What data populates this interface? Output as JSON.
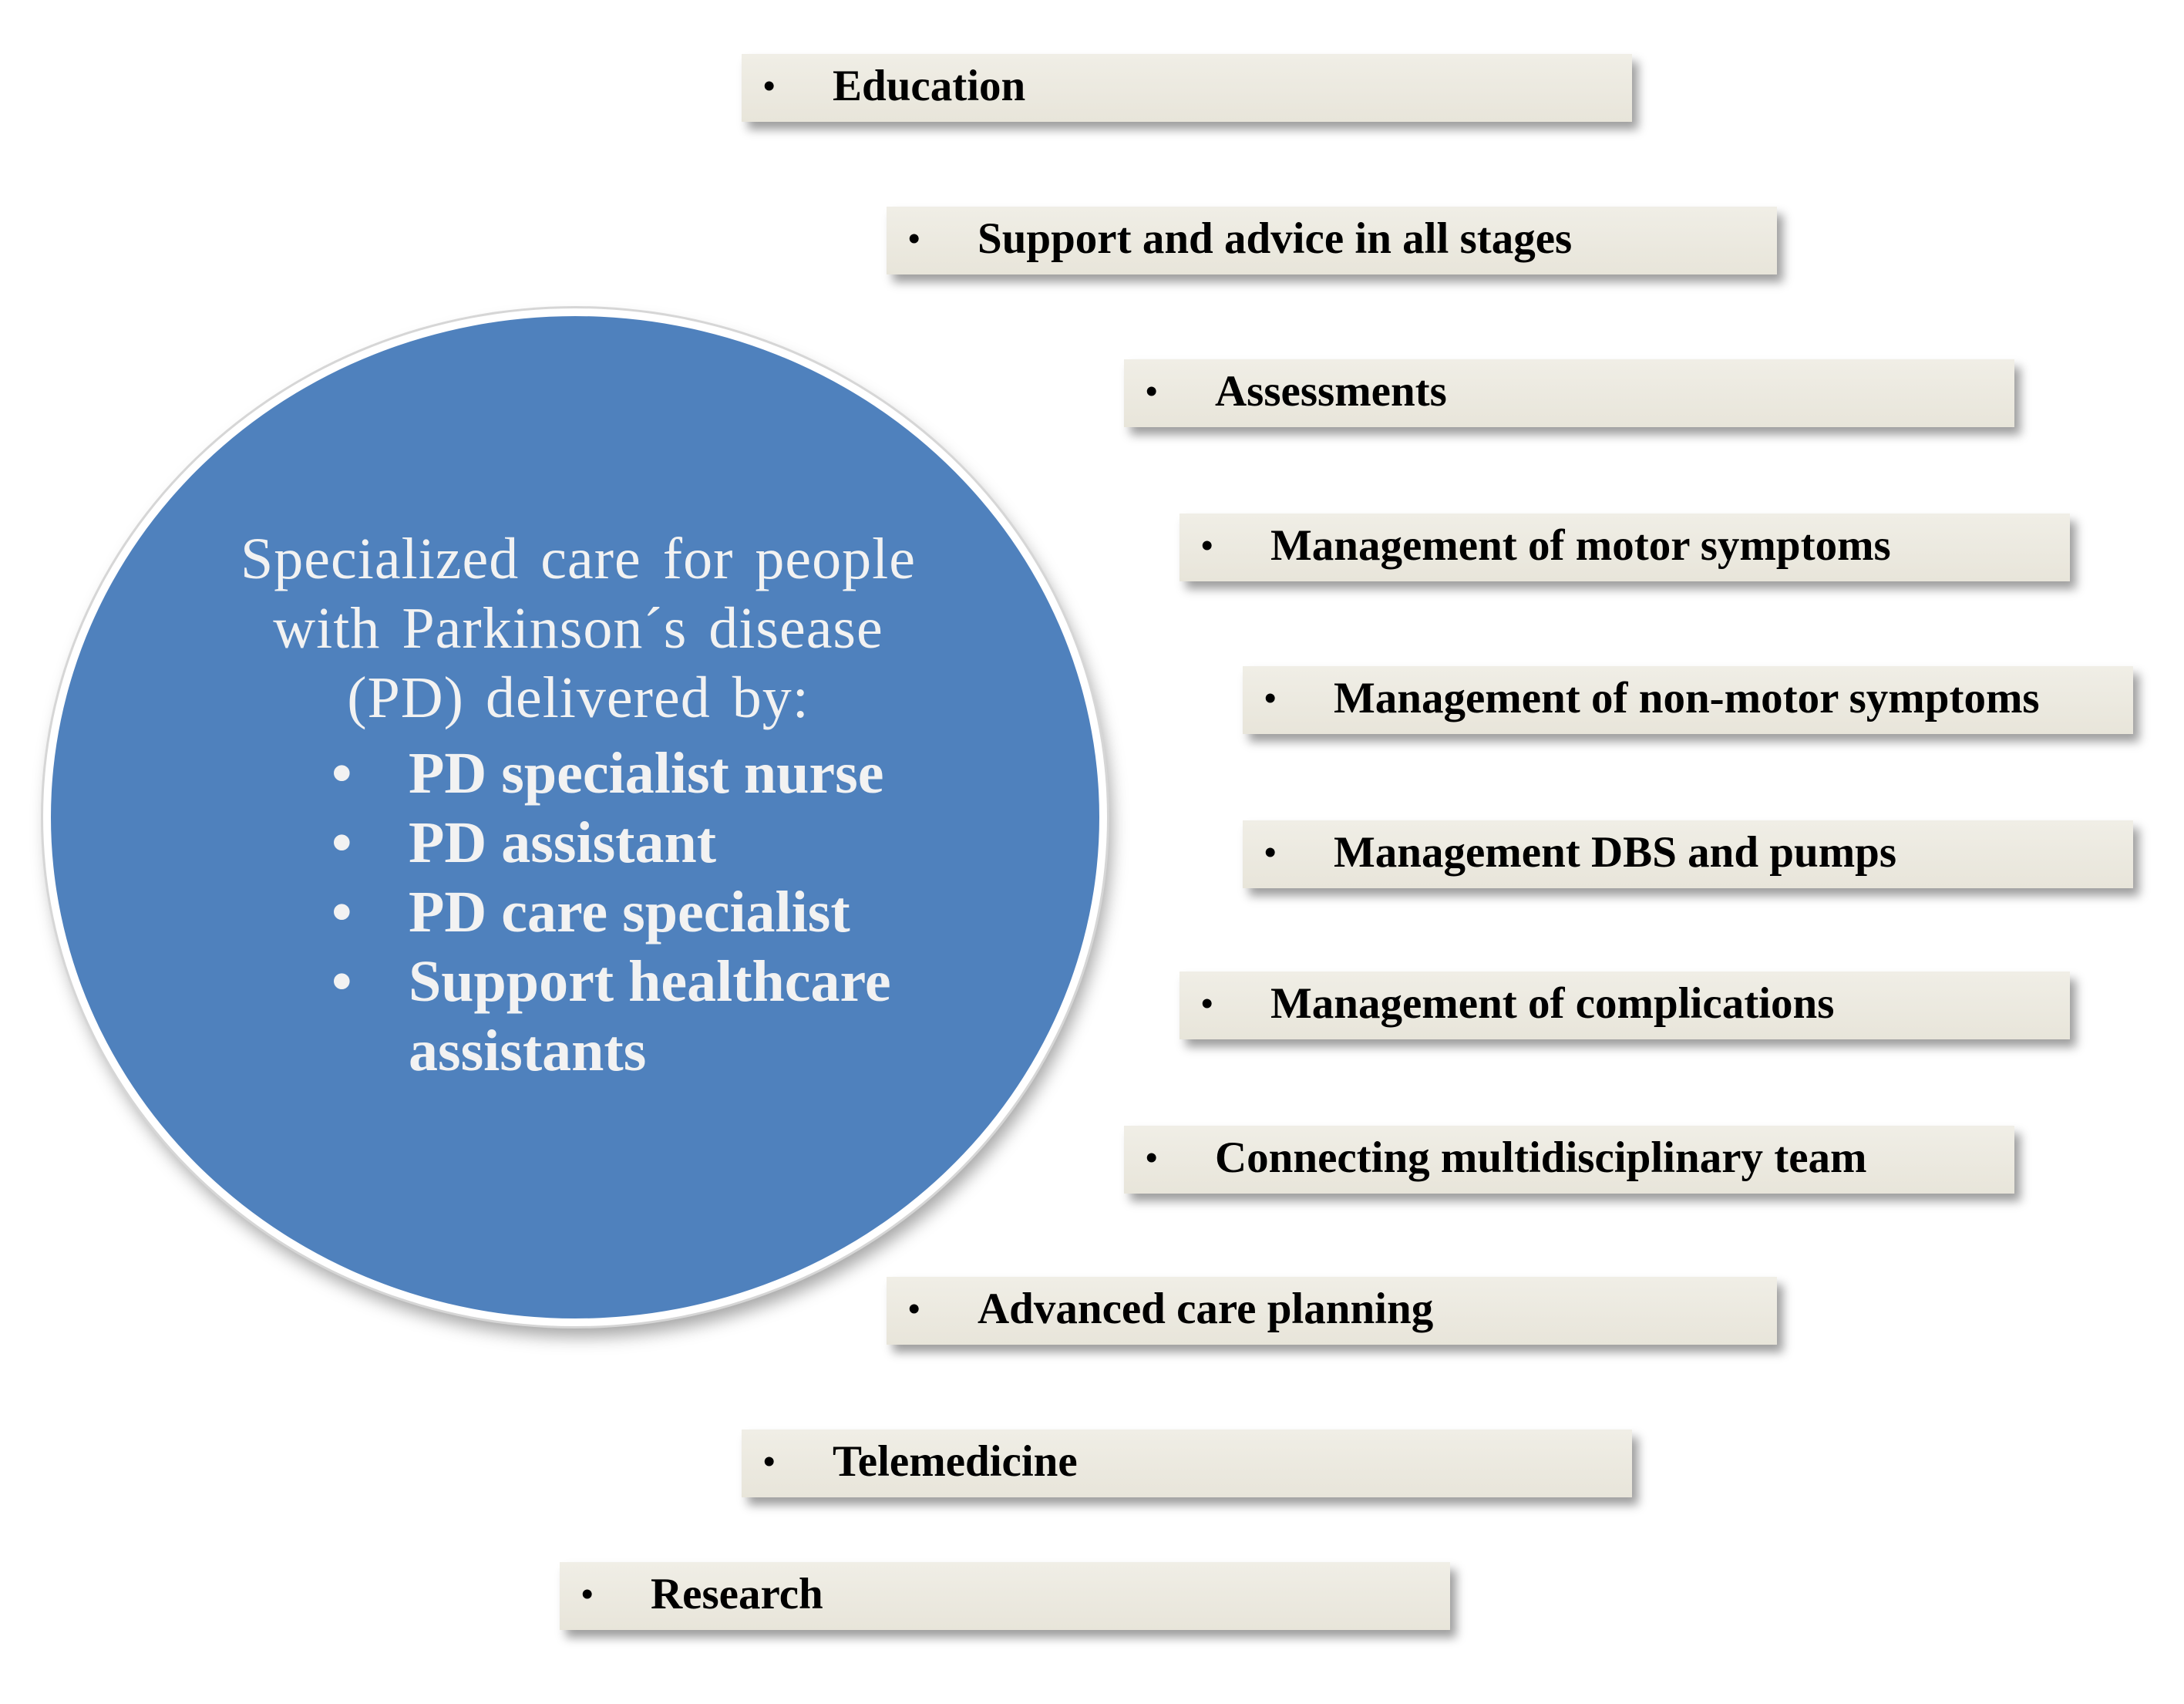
{
  "center": {
    "title": "Specialized care for people with Parkinson´s disease (PD) delivered by:",
    "providers": [
      "PD specialist nurse",
      "PD assistant",
      "PD care specialist",
      "Support healthcare assistants"
    ],
    "fill_color": "#4f81bd"
  },
  "services": [
    "Education",
    "Support and advice in all stages",
    "Assessments",
    "Management of motor symptoms",
    "Management of non-motor symptoms",
    "Management DBS and pumps",
    "Management of complications",
    "Connecting multidisciplinary team",
    "Advanced care planning",
    "Telemedicine",
    "Research"
  ],
  "bullet": "•",
  "box_color": "#ece9df"
}
